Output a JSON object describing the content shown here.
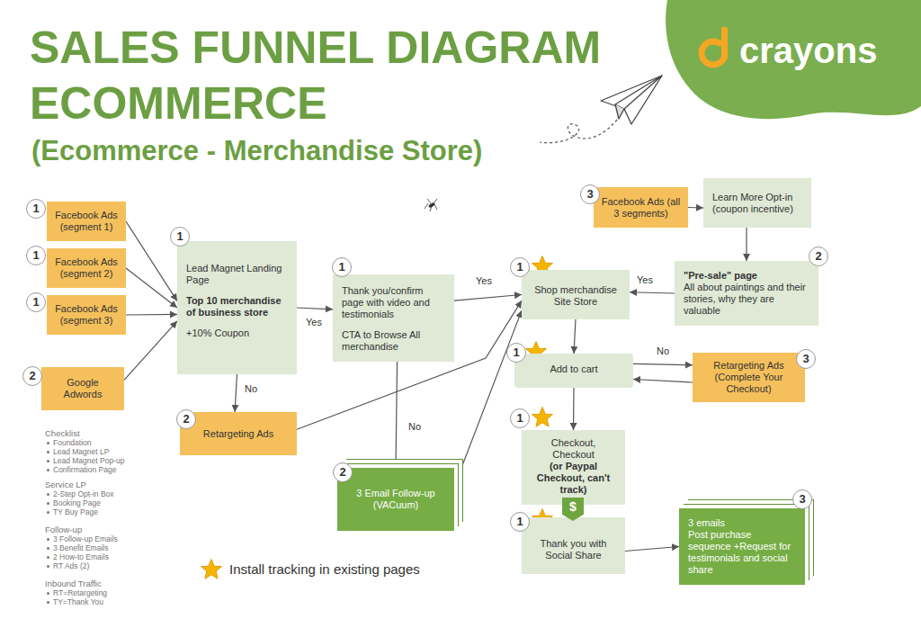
{
  "diagram": {
    "title": "SALES FUNNEL DIAGRAM ECOMMERCE",
    "nodes": [
      {
        "text": [
          "Facebook Ads (segment 1)"
        ]
      },
      {
        "text": [
          "Facebook Ads (segment 2)"
        ]
      },
      {
        "text": [
          "Facebook Ads (segment 3)"
        ]
      },
      {
        "text": [
          "Google Adwords"
        ]
      },
      {
        "text": [
          "Lead Magnet Landing Page",
          "Top 10 merchandise of business store",
          "+10% Coupon"
        ]
      },
      {
        "text": [
          "Thank you/confirm page with video and testimonials",
          "CTA to Browse All merchandise"
        ]
      },
      {
        "text": [
          "Retargeting Ads"
        ]
      },
      {
        "text": [
          "3 Email Follow-up (VACuum)"
        ]
      },
      {
        "text": [
          "Facebook Ads (all 3 segments)"
        ]
      },
      {
        "text": [
          "Learn More Opt-in (coupon incentive)"
        ]
      },
      {
        "text": [
          "\"Pre-sale\" page",
          "All about paintings and their stories, why they are valuable"
        ]
      },
      {
        "text": [
          "Shop merchandise Site Store"
        ]
      },
      {
        "text": [
          "Add to cart"
        ]
      },
      {
        "text": [
          "Retargeting Ads (Complete Your Checkout)"
        ]
      },
      {
        "text": [
          "Checkout, Checkout",
          "(or Paypal Checkout, can't track)"
        ]
      },
      {
        "text": [
          "Thank you with Social Share"
        ]
      },
      {
        "text": [
          "3 emails",
          "Post purchase sequence +Request for testimonials and social share"
        ]
      }
    ],
    "edges": [
      {
        "from": 0,
        "to": 4,
        "arrow": "to"
      },
      {
        "from": 1,
        "to": 4,
        "arrow": "to"
      },
      {
        "from": 2,
        "to": 4,
        "arrow": "to"
      },
      {
        "from": 3,
        "to": 4,
        "arrow": "to"
      },
      {
        "from": 4,
        "to": 5,
        "label": "Yes",
        "arrow": "to"
      },
      {
        "from": 4,
        "to": 6,
        "label": "No",
        "arrow": "to"
      },
      {
        "from": 5,
        "to": 7,
        "label": "No",
        "arrow": "to"
      },
      {
        "from": 5,
        "to": 11,
        "label": "Yes",
        "arrow": "to"
      },
      {
        "from": 6,
        "to": 11,
        "arrow": "to"
      },
      {
        "from": 7,
        "to": 11,
        "arrow": "to"
      },
      {
        "from": 8,
        "to": 9,
        "arrow": "to"
      },
      {
        "from": 9,
        "to": 10,
        "arrow": "to"
      },
      {
        "from": 10,
        "to": 11,
        "label": "Yes",
        "arrow": "to"
      },
      {
        "from": 11,
        "to": 12,
        "arrow": "to"
      },
      {
        "from": 12,
        "to": 13,
        "label": "No",
        "arrow": "to"
      },
      {
        "from": 13,
        "to": 12,
        "arrow": "to"
      },
      {
        "from": 12,
        "to": 14,
        "arrow": "to"
      },
      {
        "from": 14,
        "to": 15,
        "arrow": "to"
      },
      {
        "from": 15,
        "to": 16,
        "arrow": "to"
      }
    ],
    "labels": [
      "(Ecommerce - Merchandise Store)",
      "crayons",
      "1",
      "1",
      "1",
      "2",
      "1",
      "1",
      "3",
      "2",
      "1",
      "1",
      "3",
      "2",
      "1",
      "2",
      "1",
      "3",
      "$",
      "Checklist",
      "Foundation",
      "Lead Magnet LP",
      "Lead Magnet Pop-up",
      "Confirmation Page",
      "Service LP",
      "2-Step Opt-in Box",
      "Booking Page",
      "TY Buy Page",
      "Follow-up",
      "3 Follow-up Emails",
      "3 Benefit Emails",
      "2 How-to Emails",
      "RT Ads (2)",
      "Inbound Traffic",
      "RT=Retargeting",
      "TY=Thank You"
    ],
    "legend": [
      {
        "text": "Install tracking in existing pages"
      }
    ]
  }
}
